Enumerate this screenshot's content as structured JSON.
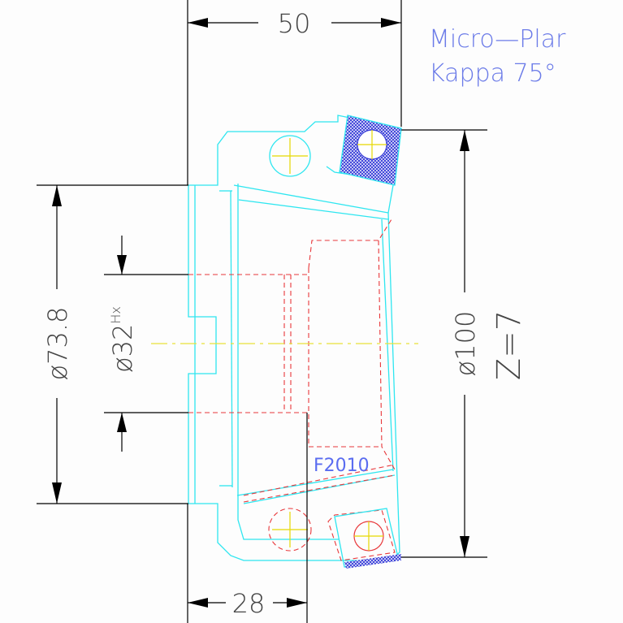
{
  "title": {
    "line1": "Micro—Plar",
    "line2": "Kappa 75°"
  },
  "dimensions": {
    "width_top": "50",
    "width_bottom": "28",
    "dia_body": "ø73.8",
    "dia_bore": "ø32",
    "bore_tolerance": "Hx",
    "dia_cutter": "ø100",
    "teeth": "Z=7"
  },
  "insert_label": "F2010",
  "colors": {
    "outline": "#2ee6f0",
    "hidden": "#e8373a",
    "center": "#e8e33a",
    "insert_fill": "#3a3fd8",
    "text_blue": "#5a6cf0"
  }
}
